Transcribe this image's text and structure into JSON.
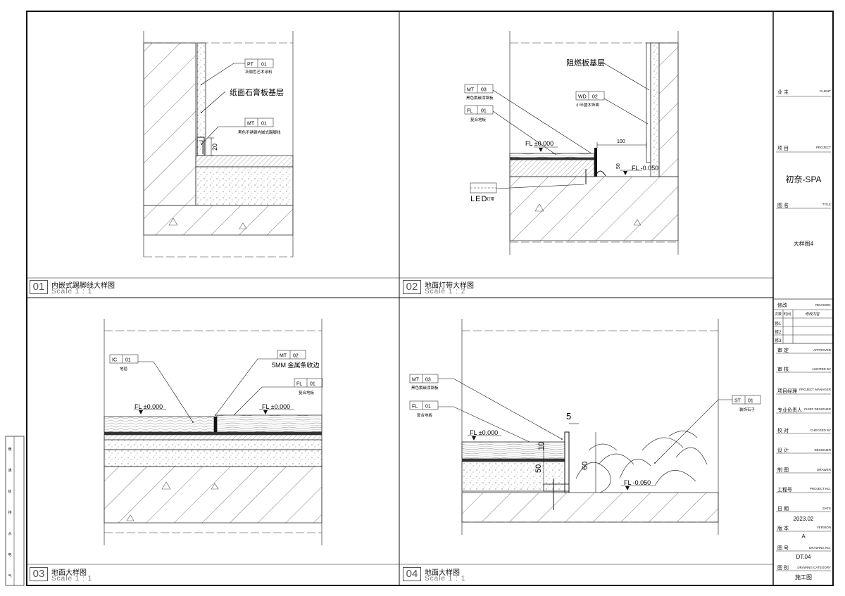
{
  "title_block": {
    "client": {
      "cn": "业 主",
      "en": "CLIENT"
    },
    "project": {
      "cn": "项 目",
      "en": "PROJECT",
      "value": "初奈-SPA"
    },
    "title": {
      "cn": "图 名",
      "en": "TITLE",
      "value": "大样图4"
    },
    "revision": {
      "cn": "修改",
      "en": "REVISION",
      "col1": "次数",
      "col2": "时间",
      "col3": "修改内容",
      "rows": [
        "修1",
        "修2",
        "修3"
      ]
    },
    "approved": {
      "cn": "审 定",
      "en": "APPROVED"
    },
    "audited": {
      "cn": "审 核",
      "en": "AUDITED BY"
    },
    "pm": {
      "cn": "项目经理",
      "en": "PROJECT MANAGER"
    },
    "chief": {
      "cn": "专业负责人",
      "en": "CHIEF DESIGNER"
    },
    "checked": {
      "cn": "校 对",
      "en": "CHECKED BY"
    },
    "designer": {
      "cn": "设 计",
      "en": "DESIGNER"
    },
    "drawer": {
      "cn": "制 图",
      "en": "DRAWER"
    },
    "project_no": {
      "cn": "工程号",
      "en": "PROJECT NO."
    },
    "date": {
      "cn": "日 期",
      "en": "DATE",
      "value": "2023.02"
    },
    "version": {
      "cn": "版 本",
      "en": "VERSION",
      "value": "A"
    },
    "drawing_no": {
      "cn": "图 号",
      "en": "DRAWING NO.",
      "value": "DT.04"
    },
    "category": {
      "cn": "图 别",
      "en": "DRAWING CATEGORY",
      "value": "施工图"
    }
  },
  "details": [
    {
      "num": "01",
      "title": "内嵌式踢脚线大样图",
      "scale": "Scale 1 : 1"
    },
    {
      "num": "02",
      "title": "地面灯带大样图",
      "scale": "Scale 1 : 2"
    },
    {
      "num": "03",
      "title": "地面大样图",
      "scale": "Scale 1 : 1"
    },
    {
      "num": "04",
      "title": "地面大样图",
      "scale": "Scale 1 : 1"
    }
  ],
  "d1": {
    "pt_code": "PT",
    "pt_num": "01",
    "pt_desc": "灰咖色艺术涂料",
    "gypsum": "纸面石膏板基层",
    "mt_code": "MT",
    "mt_num": "01",
    "mt_desc": "黑色不锈钢内嵌式踢脚线",
    "dim": "20"
  },
  "d2": {
    "fire": "阻燃板基层",
    "mt_code": "MT",
    "mt_num": "03",
    "mt_desc": "黑色氟碳漆钢板",
    "fl_code": "FL",
    "fl_num": "01",
    "fl_desc": "复合地板",
    "wd_code": "WD",
    "wd_num": "02",
    "wd_desc": "小半圆木饰面",
    "level1": "FL ±0.000",
    "level2": "FL -0.050",
    "dim100": "100",
    "dim50": "50",
    "led": "LED",
    "led_desc": "灯带"
  },
  "d3": {
    "ic_code": "IC",
    "ic_num": "01",
    "ic_desc": "地毯",
    "mt_code": "MT",
    "mt_num": "02",
    "mt_desc": "5MM 金属条收边",
    "fl_code": "FL",
    "fl_num": "01",
    "fl_desc": "复合地板",
    "level1": "FL ±0.000",
    "level2": "FL ±0.000"
  },
  "d4": {
    "mt_code": "MT",
    "mt_num": "03",
    "mt_desc": "黑色氟碳漆钢板",
    "fl_code": "FL",
    "fl_num": "01",
    "fl_desc": "复合地板",
    "st_code": "ST",
    "st_num": "01",
    "st_desc": "装饰石子",
    "level1": "FL ±0.000",
    "level2": "FL -0.050",
    "dim5": "5",
    "dim10": "10",
    "dim50": "50",
    "dim60": "60"
  },
  "margin_labels": [
    "暖",
    "通",
    "给",
    "排",
    "水",
    "电",
    "气"
  ]
}
